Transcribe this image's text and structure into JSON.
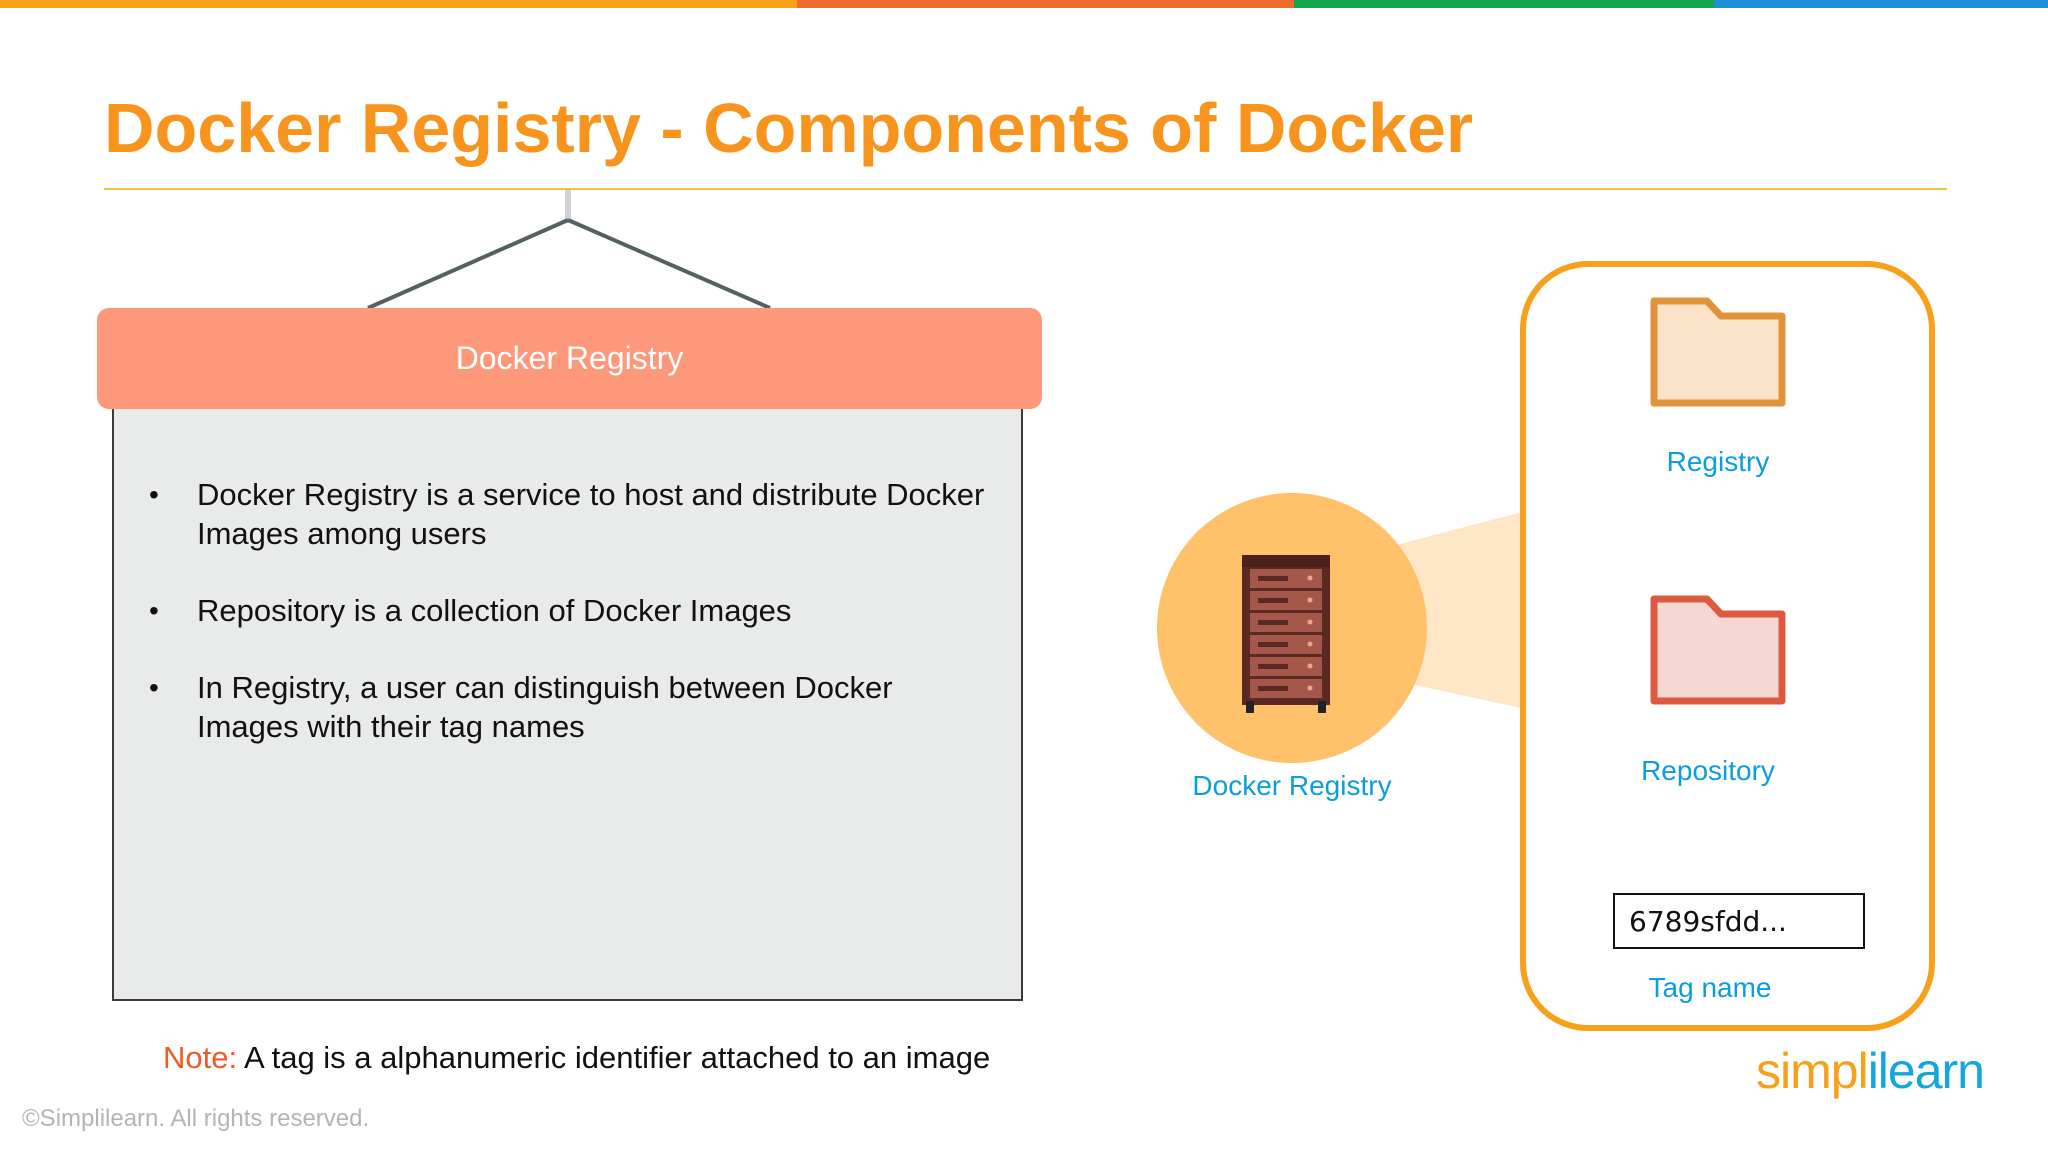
{
  "colors": {
    "accent_orange": "#f7941d",
    "board_header": "#fd987b",
    "board_body": "#e9eaea",
    "label_blue": "#0b9edb",
    "note_red": "#ef5a2a"
  },
  "slide": {
    "title": "Docker Registry - Components of Docker"
  },
  "board": {
    "header": "Docker Registry",
    "bullets": [
      "Docker Registry is a service to host and distribute Docker Images among users",
      "Repository is a collection of Docker Images",
      "In Registry, a user can distinguish between Docker Images with their tag names"
    ]
  },
  "note": {
    "label": "Note:",
    "text": " A tag is a alphanumeric identifier attached to an image"
  },
  "diagram": {
    "registry_server_label": "Docker Registry",
    "registry_label": "Registry",
    "repository_label": "Repository",
    "tag_value": "6789sfdd...",
    "tag_label": "Tag name",
    "icons": [
      "server-rack-icon",
      "folder-icon",
      "folder-icon"
    ]
  },
  "footer": {
    "copyright": "©Simplilearn. All rights reserved.",
    "logo_part1": "simpl",
    "logo_part2": "ilearn"
  }
}
